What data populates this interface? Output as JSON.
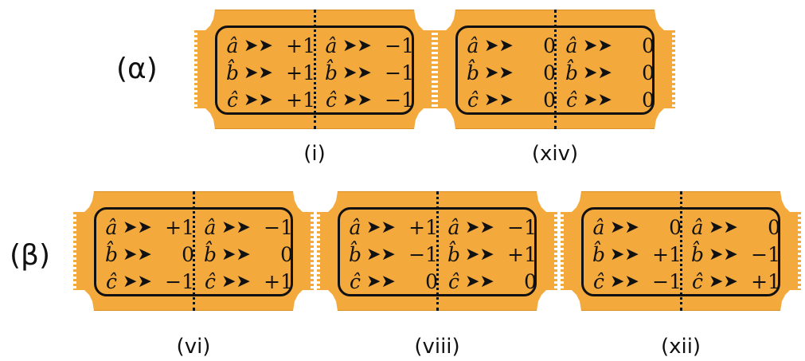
{
  "rows": [
    {
      "label": "(α)"
    },
    {
      "label": "(β)"
    }
  ],
  "arrow_glyph": "➤➤",
  "tickets": [
    {
      "caption": "(i)",
      "left": [
        {
          "var": "â",
          "val": "+1"
        },
        {
          "var": "b̂",
          "val": "+1"
        },
        {
          "var": "ĉ",
          "val": "+1"
        }
      ],
      "right": [
        {
          "var": "â",
          "val": "−1"
        },
        {
          "var": "b̂",
          "val": "−1"
        },
        {
          "var": "ĉ",
          "val": "−1"
        }
      ]
    },
    {
      "caption": "(xiv)",
      "left": [
        {
          "var": "â",
          "val": "0"
        },
        {
          "var": "b̂",
          "val": "0"
        },
        {
          "var": "ĉ",
          "val": "0"
        }
      ],
      "right": [
        {
          "var": "â",
          "val": "0"
        },
        {
          "var": "b̂",
          "val": "0"
        },
        {
          "var": "ĉ",
          "val": "0"
        }
      ]
    },
    {
      "caption": "(vi)",
      "left": [
        {
          "var": "â",
          "val": "+1"
        },
        {
          "var": "b̂",
          "val": "0"
        },
        {
          "var": "ĉ",
          "val": "−1"
        }
      ],
      "right": [
        {
          "var": "â",
          "val": "−1"
        },
        {
          "var": "b̂",
          "val": "0"
        },
        {
          "var": "ĉ",
          "val": "+1"
        }
      ]
    },
    {
      "caption": "(viii)",
      "left": [
        {
          "var": "â",
          "val": "+1"
        },
        {
          "var": "b̂",
          "val": "−1"
        },
        {
          "var": "ĉ",
          "val": "0"
        }
      ],
      "right": [
        {
          "var": "â",
          "val": "−1"
        },
        {
          "var": "b̂",
          "val": "+1"
        },
        {
          "var": "ĉ",
          "val": "0"
        }
      ]
    },
    {
      "caption": "(xii)",
      "left": [
        {
          "var": "â",
          "val": "0"
        },
        {
          "var": "b̂",
          "val": "+1"
        },
        {
          "var": "ĉ",
          "val": "−1"
        }
      ],
      "right": [
        {
          "var": "â",
          "val": "0"
        },
        {
          "var": "b̂",
          "val": "−1"
        },
        {
          "var": "ĉ",
          "val": "+1"
        }
      ]
    }
  ],
  "colors": {
    "ticket": "#f3a93b",
    "ink": "#111111"
  }
}
